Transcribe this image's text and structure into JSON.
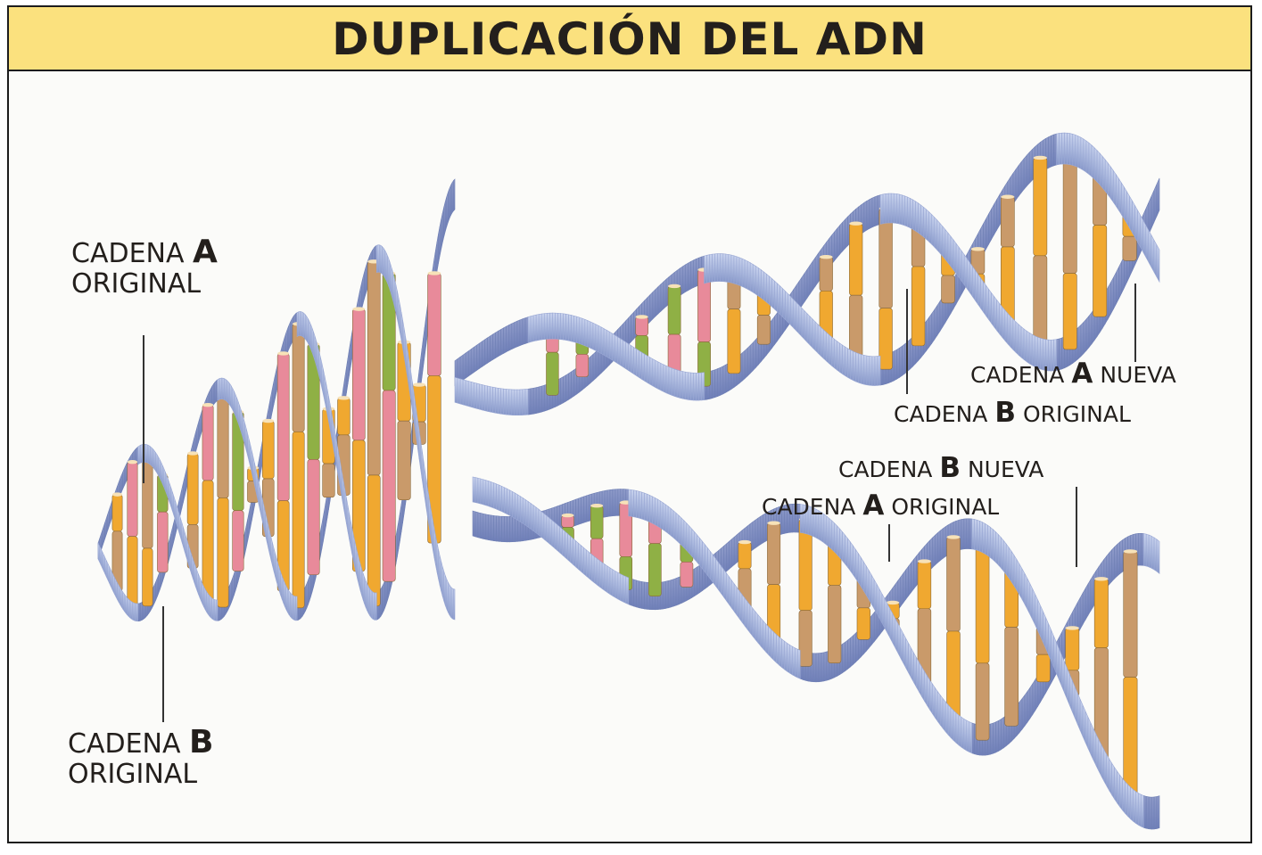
{
  "title": "DUPLICACIÓN DEL ADN",
  "labels": {
    "left_a_line1_prefix": "CADENA",
    "left_a_line1_letter": "A",
    "left_a_line2": "ORIGINAL",
    "left_b_line1_prefix": "CADENA",
    "left_b_line1_letter": "B",
    "left_b_line2": "ORIGINAL",
    "top_right_1_prefix": "CADENA",
    "top_right_1_letter": "A",
    "top_right_1_suffix": "NUEVA",
    "top_right_2_prefix": "CADENA",
    "top_right_2_letter": "B",
    "top_right_2_suffix": "ORIGINAL",
    "bottom_right_1_prefix": "CADENA",
    "bottom_right_1_letter": "B",
    "bottom_right_1_suffix": "NUEVA",
    "bottom_right_2_prefix": "CADENA",
    "bottom_right_2_letter": "A",
    "bottom_right_2_suffix": "ORIGINAL"
  },
  "colors": {
    "title_band": "#fbe17e",
    "ribbon": "#aebde0",
    "ribbon_dark": "#7f90c4",
    "base_orange": "#f0a830",
    "base_tan": "#c99a6a",
    "base_pink": "#e88a9a",
    "base_green": "#8fb045"
  }
}
